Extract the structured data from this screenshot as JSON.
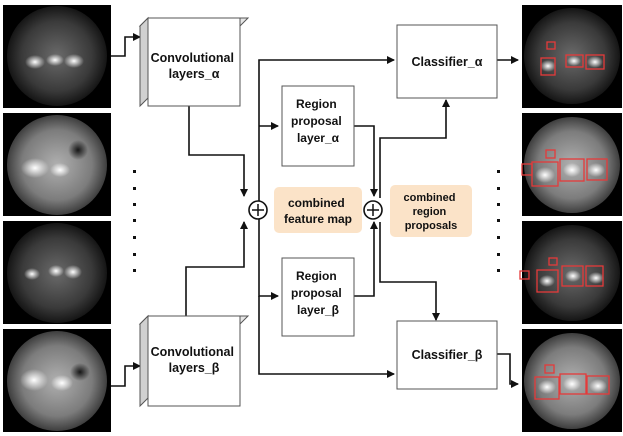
{
  "boxes": {
    "conv_alpha": [
      "Convolutional",
      "layers_α"
    ],
    "conv_beta": [
      "Convolutional",
      "layers_β"
    ],
    "rpl_alpha": [
      "Region",
      "proposal",
      "layer_α"
    ],
    "rpl_beta": [
      "Region",
      "proposal",
      "layer_β"
    ],
    "cls_alpha": [
      "Classifier_α"
    ],
    "cls_beta": [
      "Classifier_β"
    ]
  },
  "notes": {
    "feature_map": [
      "combined",
      "feature map"
    ],
    "region_proposals": [
      "combined",
      "region",
      "proposals"
    ]
  },
  "colors": {
    "note_fill": "#fbe3c8",
    "box_stroke": "#555555",
    "arrow": "#111111",
    "detection_box": "#e53a3a"
  },
  "icons": {
    "sum": "circle-plus-icon",
    "ellipsis": "vertical-dots-icon"
  }
}
